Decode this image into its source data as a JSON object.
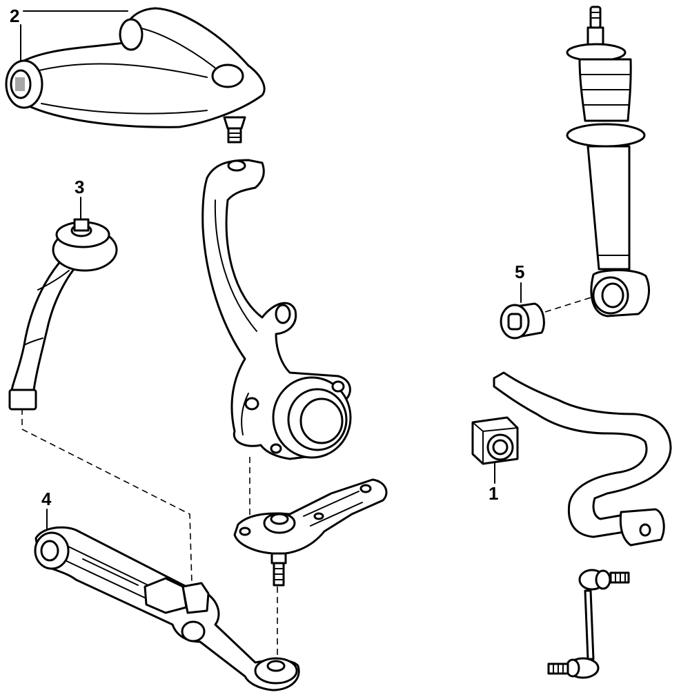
{
  "diagram": {
    "callouts": [
      {
        "id": "upper-control-arm",
        "label": "2"
      },
      {
        "id": "tie-rod-end",
        "label": "3"
      },
      {
        "id": "lower-control-arm",
        "label": "4"
      },
      {
        "id": "shock-bushing",
        "label": "5"
      },
      {
        "id": "stabilizer-bushing",
        "label": "1"
      }
    ]
  }
}
